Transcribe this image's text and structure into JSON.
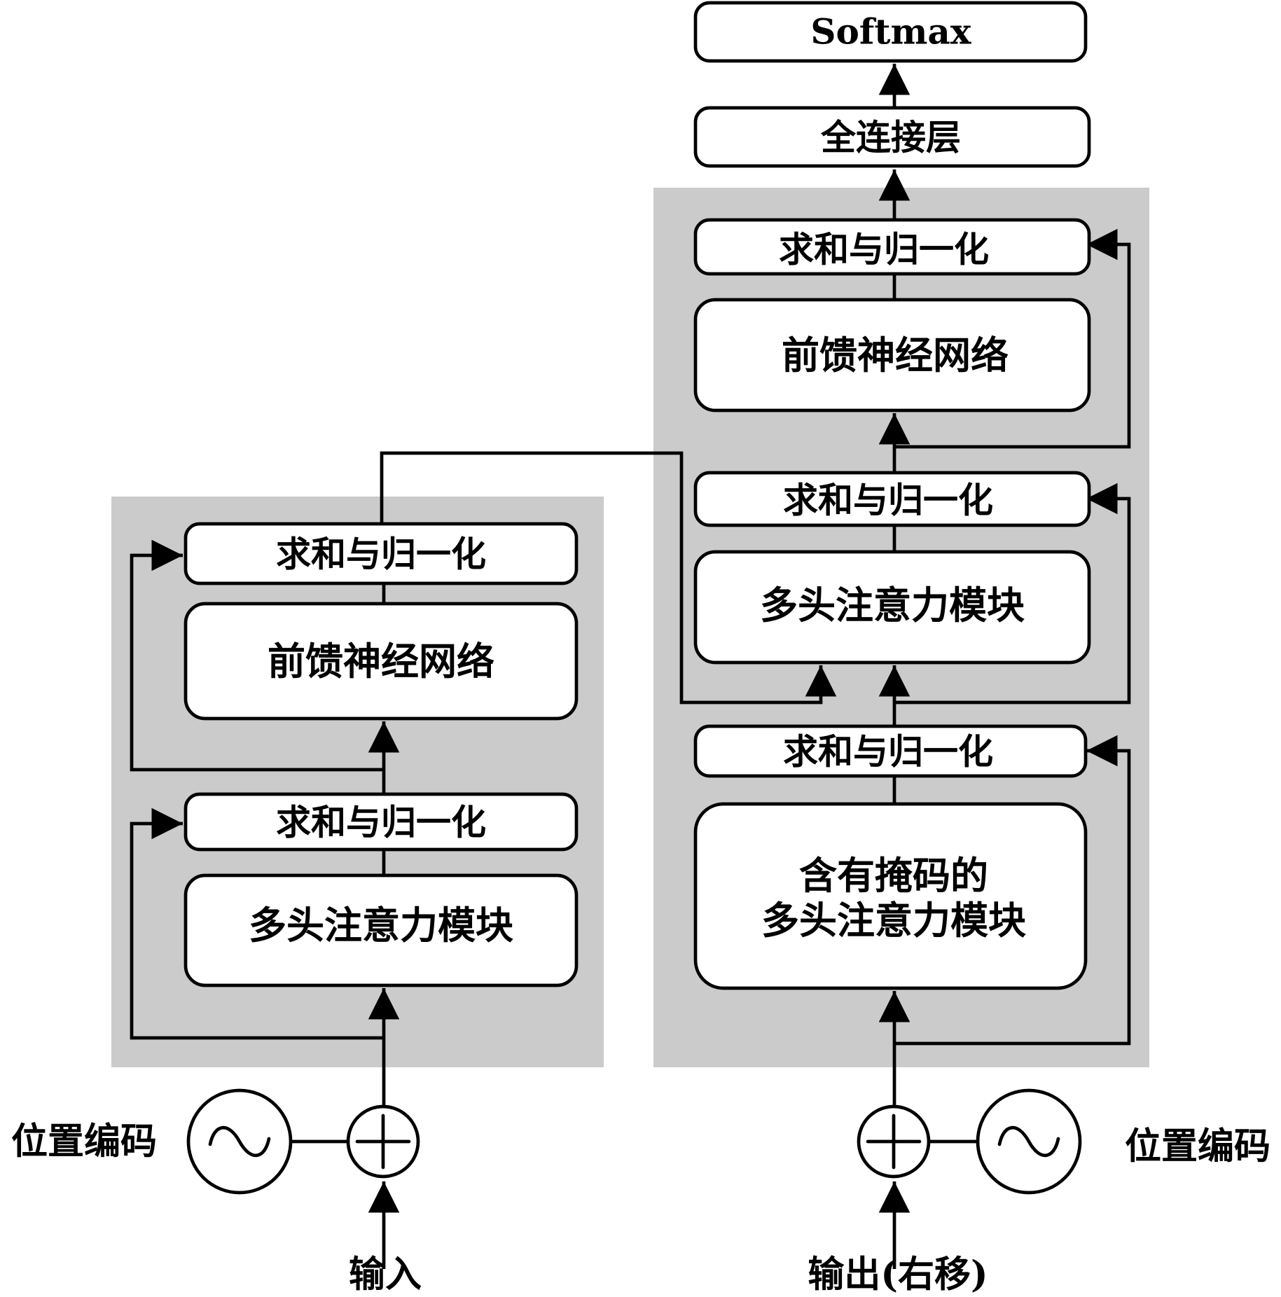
{
  "output_head": {
    "softmax": "Softmax",
    "linear": "全连接层"
  },
  "encoder": {
    "norm_top": "求和与归一化",
    "ffn": "前馈神经网络",
    "norm_bottom": "求和与归一化",
    "attention": "多头注意力模块"
  },
  "decoder": {
    "norm_top": "求和与归一化",
    "ffn": "前馈神经网络",
    "norm_middle": "求和与归一化",
    "cross_attention": "多头注意力模块",
    "norm_bottom": "求和与归一化",
    "masked_attention_line1": "含有掩码的",
    "masked_attention_line2": "多头注意力模块"
  },
  "encoder_input": {
    "positional_encoding": "位置编码",
    "label": "输入"
  },
  "decoder_input": {
    "positional_encoding": "位置编码",
    "label": "输出(右移)"
  }
}
